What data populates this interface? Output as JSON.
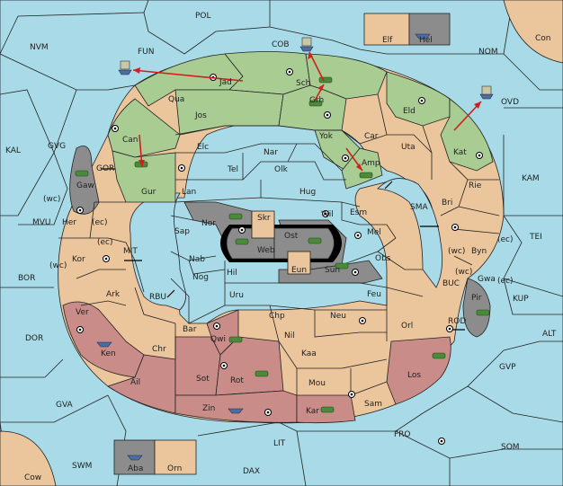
{
  "colors": {
    "sea": "#a8dbe7",
    "neutral": "#ebc59b",
    "green_power": "#a9cc93",
    "red_power": "#c98c88",
    "gray_power": "#8c8c8c"
  },
  "labels": {
    "POL": "POL",
    "NVM": "NVM",
    "FUN": "FUN",
    "COB": "COB",
    "NOM": "NOM",
    "Elf": "Elf",
    "Hel": "Hel",
    "Con": "Con",
    "OVD": "OVD",
    "KAL": "KAL",
    "GVG": "GVG",
    "GOR": "GOR",
    "Gaw": "Gaw",
    "wc1": "(wc)",
    "MVU": "MVU",
    "Her": "Her",
    "ec1": "(ec)",
    "ec2": "(ec)",
    "wc2": "(wc)",
    "MIT": "MIT",
    "Kor": "Kor",
    "BOR": "BOR",
    "Ark": "Ark",
    "RBU": "RBU",
    "Ver": "Ver",
    "DOR": "DOR",
    "Ken": "Ken",
    "Ail": "Ail",
    "GVA": "GVA",
    "Cow": "Cow",
    "SWM": "SWM",
    "Aba": "Aba",
    "Orn": "Orn",
    "DAX": "DAX",
    "LIT": "LIT",
    "FRO": "FRO",
    "SOM": "SOM",
    "GVP": "GVP",
    "ALT": "ALT",
    "KUP": "KUP",
    "TEI": "TEI",
    "KAM": "KAM",
    "SMA": "SMA",
    "BUC": "BUC",
    "ROD": "ROD",
    "Jad": "Jad",
    "Qua": "Qua",
    "Sch": "Sch",
    "Grh": "Grh",
    "Jos": "Jos",
    "Eld": "Eld",
    "Can": "Can",
    "Elc": "Elc",
    "Nar": "Nar",
    "Yok": "Yok",
    "Car": "Car",
    "Uta": "Uta",
    "Kat": "Kat",
    "Gur": "Gur",
    "Tel": "Tel",
    "Olk": "Olk",
    "Amp": "Amp",
    "Rie": "Rie",
    "Lan": "Lan",
    "Hug": "Hug",
    "Bri": "Bri",
    "Nor": "Nor",
    "Skr": "Skr",
    "Wil": "Wil",
    "Esm": "Esm",
    "Sap": "Sap",
    "Ost": "Ost",
    "Mel": "Mel",
    "Web": "Web",
    "Byn": "Byn",
    "ec3": "(ec)",
    "wc3": "(wc)",
    "Nab": "Nab",
    "Eun": "Eun",
    "Sun": "Sun",
    "Obs": "Obs",
    "Gwa": "Gwa",
    "wc4": "(wc)",
    "ec4": "(ec)",
    "Hil": "Hil",
    "Nog": "Nog",
    "Uru": "Uru",
    "Feu": "Feu",
    "Pir": "Pir",
    "Chp": "Chp",
    "Neu": "Neu",
    "Orl": "Orl",
    "Bar": "Bar",
    "Qwi": "Qwi",
    "Nil": "Nil",
    "Chr": "Chr",
    "Kaa": "Kaa",
    "Los": "Los",
    "Sot": "Sot",
    "Rot": "Rot",
    "Mou": "Mou",
    "Zin": "Zin",
    "Kar": "Kar",
    "Sam": "Sam"
  }
}
